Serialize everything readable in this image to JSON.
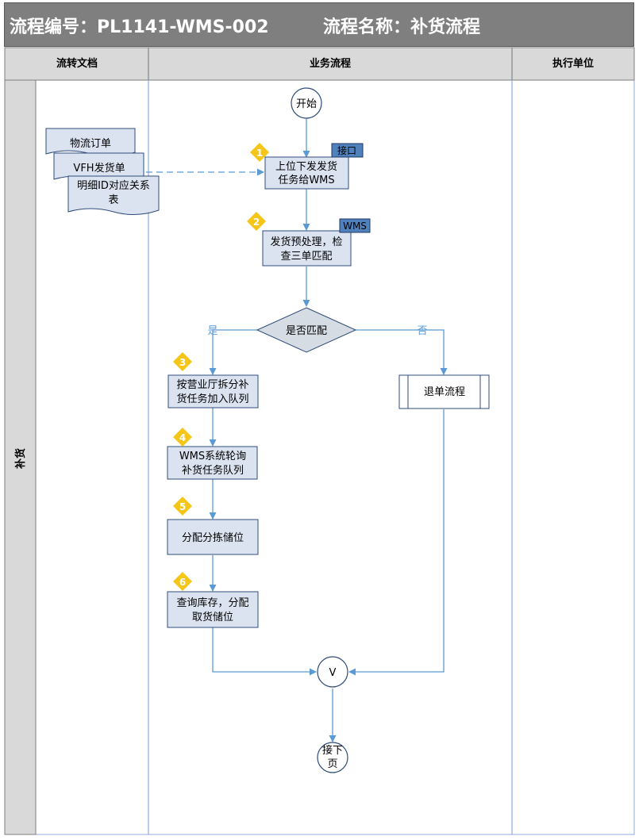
{
  "header": {
    "process_no": "流程编号：PL1141-WMS-002",
    "process_name": "流程名称：补货流程"
  },
  "lanes": {
    "col1": "流转文档",
    "col2": "业务流程",
    "col3": "执行单位",
    "row": "补货"
  },
  "documents": {
    "d1": "物流订单",
    "d2": "VFH发货单",
    "d3_line1": "明细ID对应关系",
    "d3_line2": "表"
  },
  "flow": {
    "start": "开始",
    "step1_line1": "上位下发发货",
    "step1_line2": "任务给WMS",
    "step1_tag": "接口",
    "step2_line1": "发货预处理，检",
    "step2_line2": "查三单匹配",
    "step2_tag": "WMS",
    "decision": "是否匹配",
    "yes": "是",
    "no": "否",
    "step3_line1": "按营业厅拆分补",
    "step3_line2": "货任务加入队列",
    "step4_line1": "WMS系统轮询",
    "step4_line2": "补货任务队列",
    "step5": "分配分拣储位",
    "step6_line1": "查询库存，分配",
    "step6_line2": "取货储位",
    "reject": "退单流程",
    "merge": "V",
    "next_line1": "接下",
    "next_line2": "页"
  },
  "badges": [
    "1",
    "2",
    "3",
    "4",
    "5",
    "6"
  ],
  "colors": {
    "header_bg": "#7f7f7f",
    "lane_header_bg": "#d9d9d9",
    "box_fill": "#dbe3f0",
    "box_border": "#2f4c7a",
    "connector": "#5b9bd5",
    "tag_fill": "#4f81bd",
    "badge": "#f5c518",
    "decision_fill": "#d6dce4"
  }
}
